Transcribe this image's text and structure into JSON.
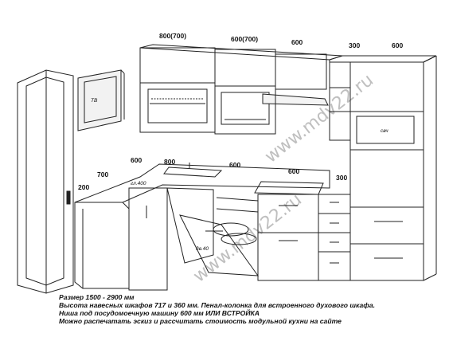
{
  "dimensions": {
    "upper": [
      "800(700)",
      "600(700)",
      "600",
      "300",
      "600"
    ],
    "counter_back": [
      "600",
      "800",
      "600",
      "600",
      "300"
    ],
    "corner_left": [
      "700",
      "200"
    ]
  },
  "labels": {
    "tv": "ТВ",
    "microwave": "свч",
    "hob": "гл.400",
    "dishwasher": "дв.40"
  },
  "watermark": "www.mdv22.ru",
  "notes": [
    "Размер 1500 - 2900 мм",
    "Высота навесных шкафов 717 и 360 мм. Пенал-колонка для встроенного духового шкафа.",
    "Ниша под посудомоечную машину 600 мм ИЛИ ВСТРОЙКА",
    "Можно распечатать эскиз и рассчитать стоимость модульной кухни на сайте"
  ],
  "colors": {
    "line": "#222222",
    "watermark": "#bfbfbf",
    "background": "#ffffff"
  }
}
